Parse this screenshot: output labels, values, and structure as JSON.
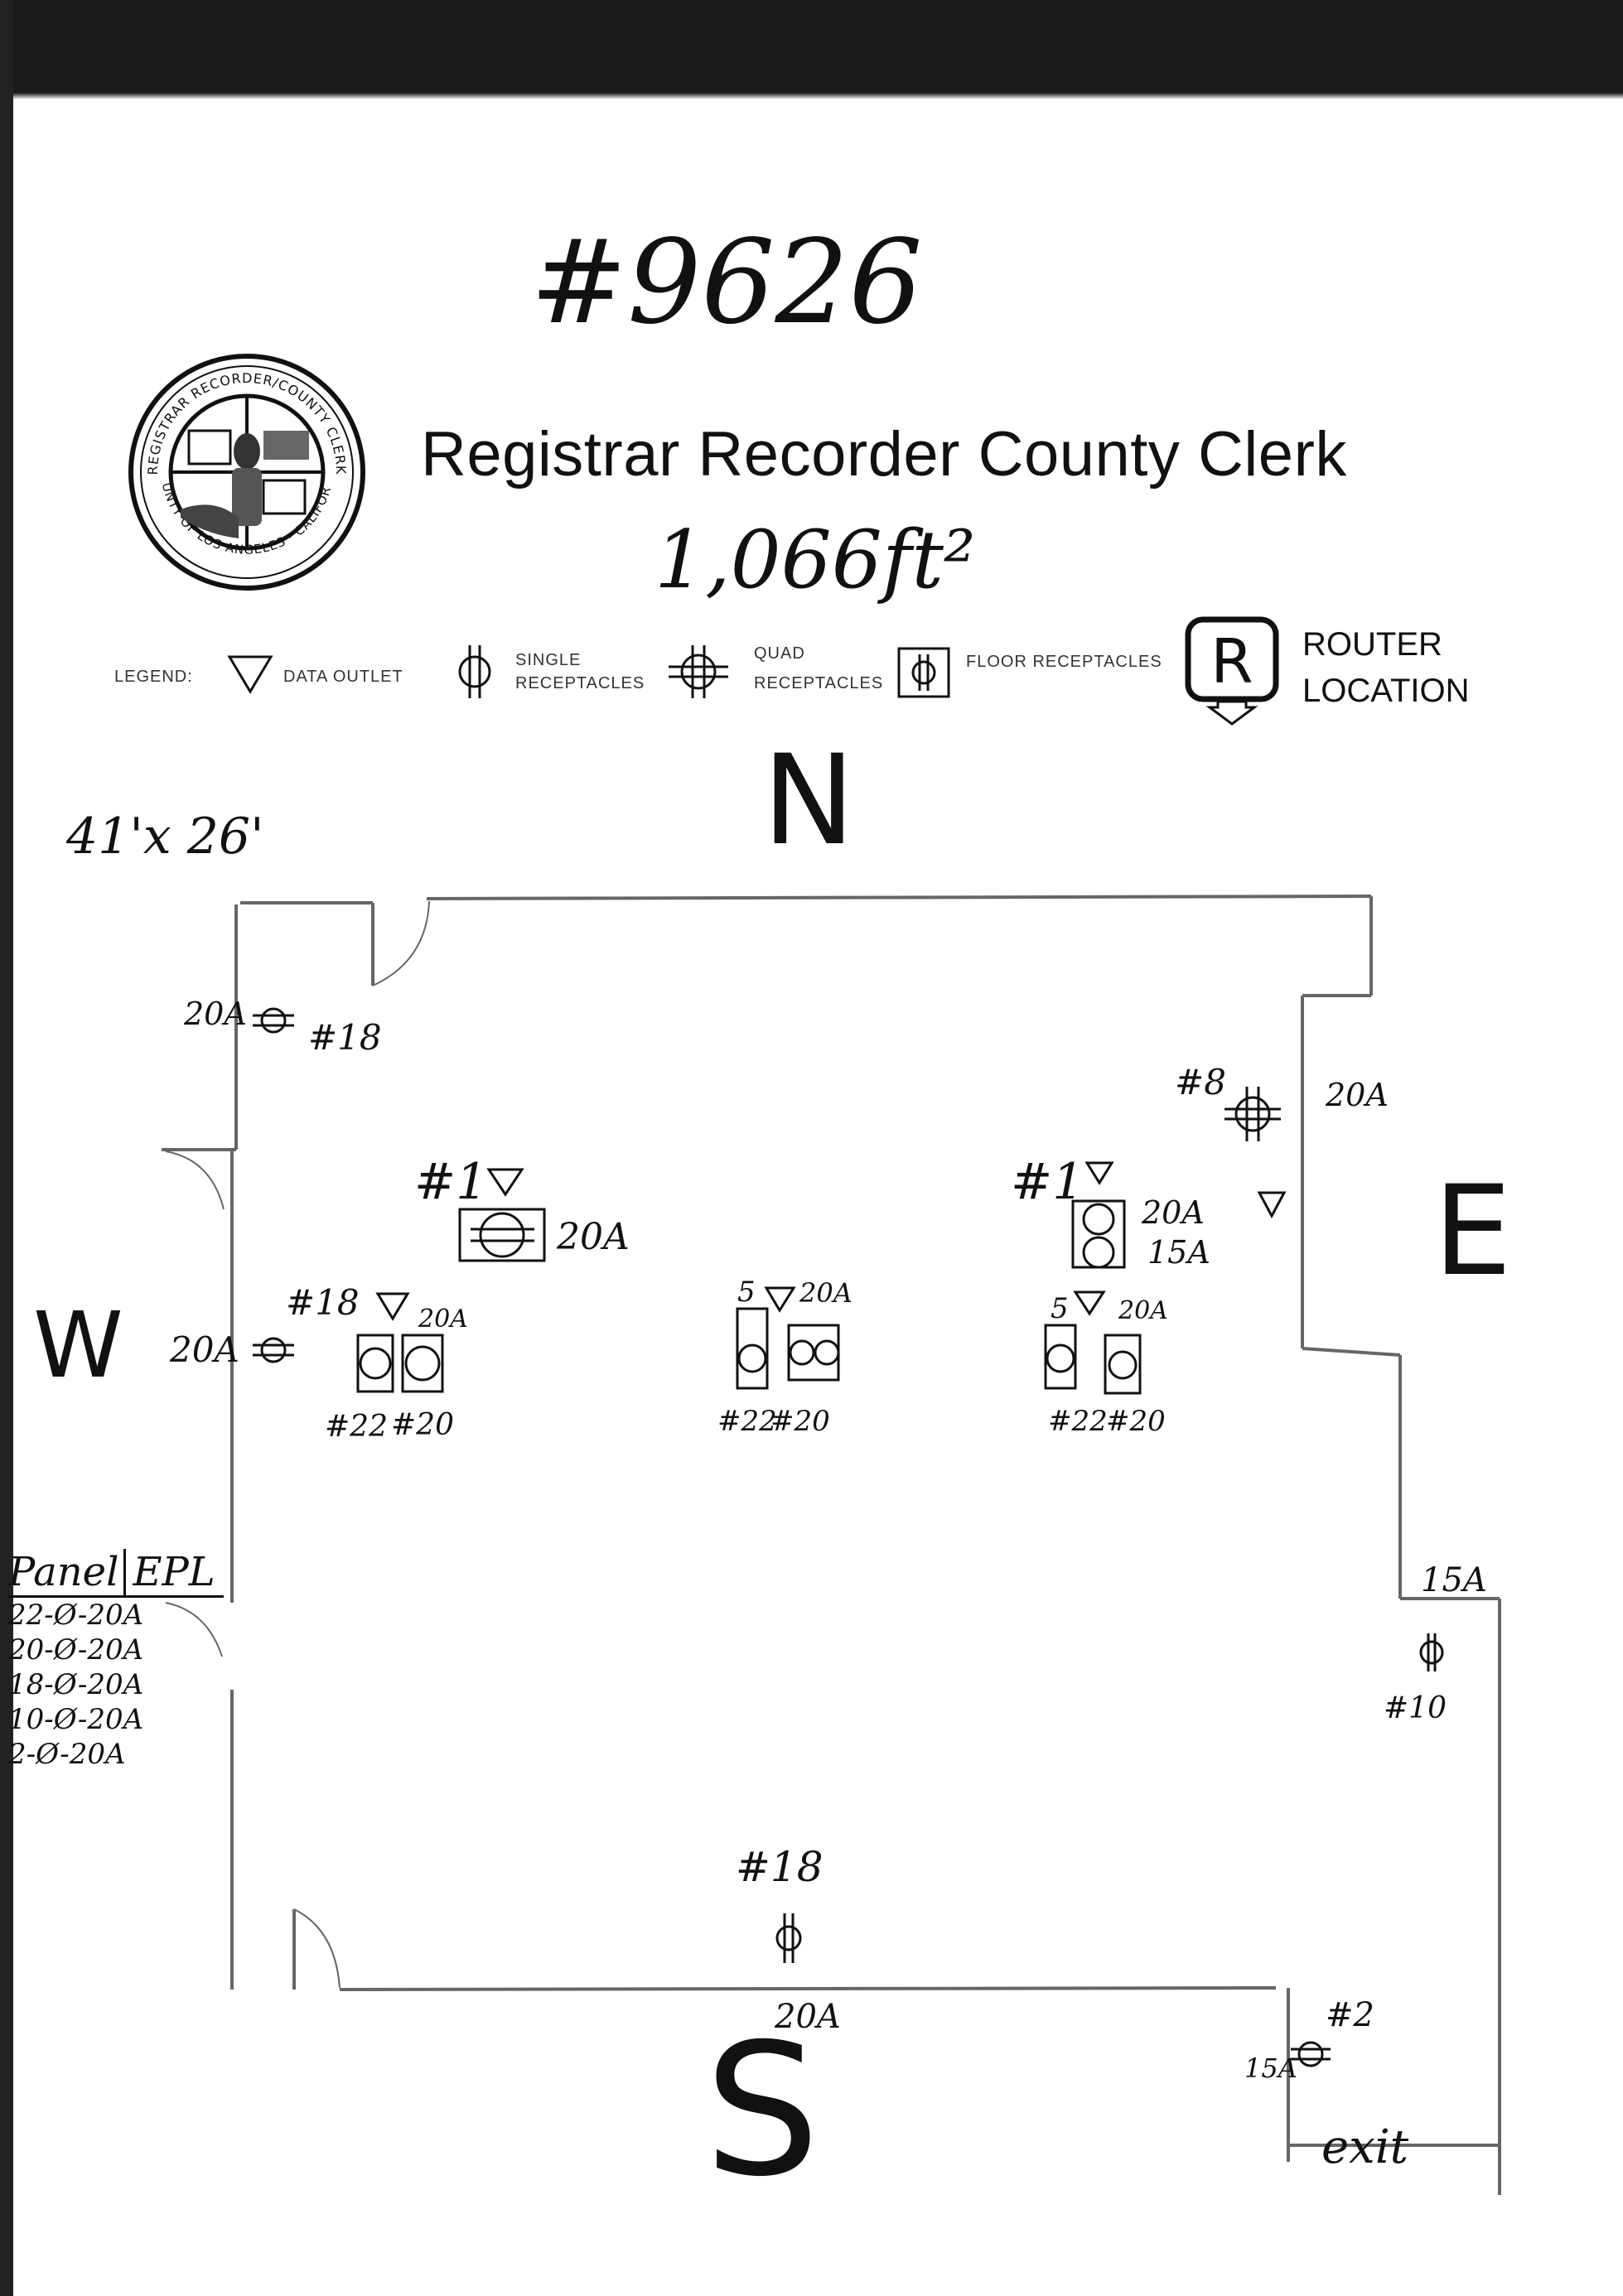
{
  "header": {
    "job_number": "#9626",
    "title": "Registrar Recorder County Clerk",
    "area": "1,066ft²",
    "seal_text_top": "REGISTRAR RECORDER/COUNTY CLERK",
    "seal_text_bottom": "COUNTY OF LOS ANGELES · CALIFORNIA"
  },
  "legend": {
    "title": "LEGEND:",
    "items": [
      {
        "icon": "data-outlet-icon",
        "label": "DATA OUTLET"
      },
      {
        "icon": "single-receptacle-icon",
        "label_line1": "SINGLE",
        "label_line2": "RECEPTACLES"
      },
      {
        "icon": "quad-receptacle-icon",
        "label_line1": "QUAD",
        "label_line2": "RECEPTACLES"
      },
      {
        "icon": "floor-receptacle-icon",
        "label": "FLOOR RECEPTACLES"
      }
    ],
    "router": {
      "letter": "R",
      "label_line1": "ROUTER",
      "label_line2": "LOCATION"
    }
  },
  "room": {
    "dimensions": "41'x 26'",
    "compass": {
      "north": "N",
      "south": "S",
      "east": "E",
      "west": "W"
    },
    "exit_label": "exit"
  },
  "annotations": {
    "nw_amp": "20A",
    "nw_circuit": "#18",
    "ne_circuit": "#8",
    "ne_amp": "20A",
    "desk_left_circuit": "#1",
    "desk_left_amp": "20A",
    "desk_right_circuit": "#1",
    "desk_right_amp1": "20A",
    "desk_right_amp2": "15A",
    "west_amp": "20A",
    "cluster1_circuit": "#18",
    "cluster1_amp": "20A",
    "cluster1_bottom_a": "#22",
    "cluster1_bottom_b": "#20",
    "cluster2_num": "5",
    "cluster2_amp": "20A",
    "cluster2_bottom_a": "#22",
    "cluster2_bottom_b": "#20",
    "cluster3_num": "5",
    "cluster3_amp": "20A",
    "cluster3_bottom_a": "#22",
    "cluster3_bottom_b": "#20",
    "east_amp": "15A",
    "east_circuit": "#10",
    "south_circuit": "#18",
    "south_amp": "20A",
    "se_circuit": "#2",
    "se_amp": "15A"
  },
  "panel": {
    "header_a": "Panel",
    "header_b": "EPL",
    "rows": [
      "22-Ø-20A",
      "20-Ø-20A",
      "18-Ø-20A",
      "10-Ø-20A",
      "2-Ø-20A"
    ]
  }
}
